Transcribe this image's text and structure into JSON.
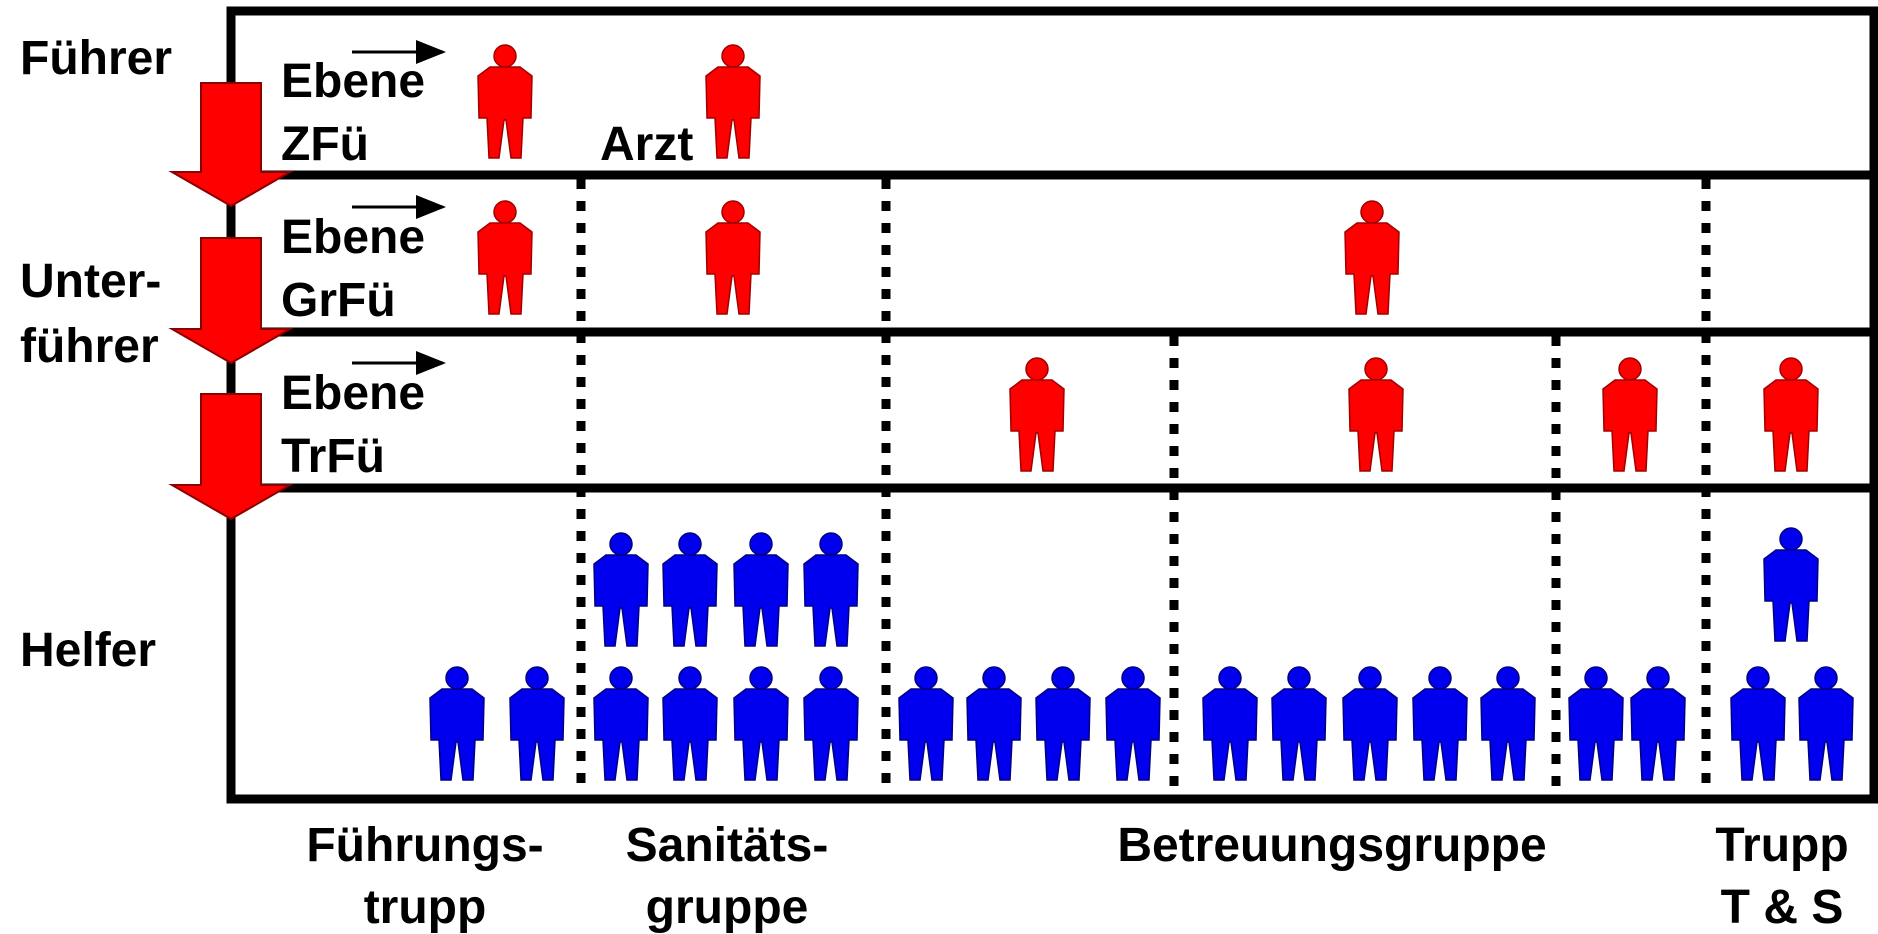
{
  "left_labels": {
    "fuehrer": "Führer",
    "unterfuehrer_line1": "Unter-",
    "unterfuehrer_line2": "führer",
    "helfer": "Helfer"
  },
  "levels": [
    {
      "line1": "Ebene",
      "line2": "ZFü"
    },
    {
      "line1": "Ebene",
      "line2": "GrFü"
    },
    {
      "line1": "Ebene",
      "line2": "TrFü"
    }
  ],
  "arzt_label": "Arzt",
  "bottom_labels": {
    "fuehrungstrupp_line1": "Führungs-",
    "fuehrungstrupp_line2": "trupp",
    "sanitaetsgruppe_line1": "Sanitäts-",
    "sanitaetsgruppe_line2": "gruppe",
    "betreuungsgruppe": "Betreuungsgruppe",
    "trupp_ts_line1": "Trupp",
    "trupp_ts_line2": "T & S"
  },
  "colors": {
    "leader": "#ff0000",
    "helper": "#0000ee",
    "arrow": "#ff0000",
    "frame": "#000000"
  }
}
